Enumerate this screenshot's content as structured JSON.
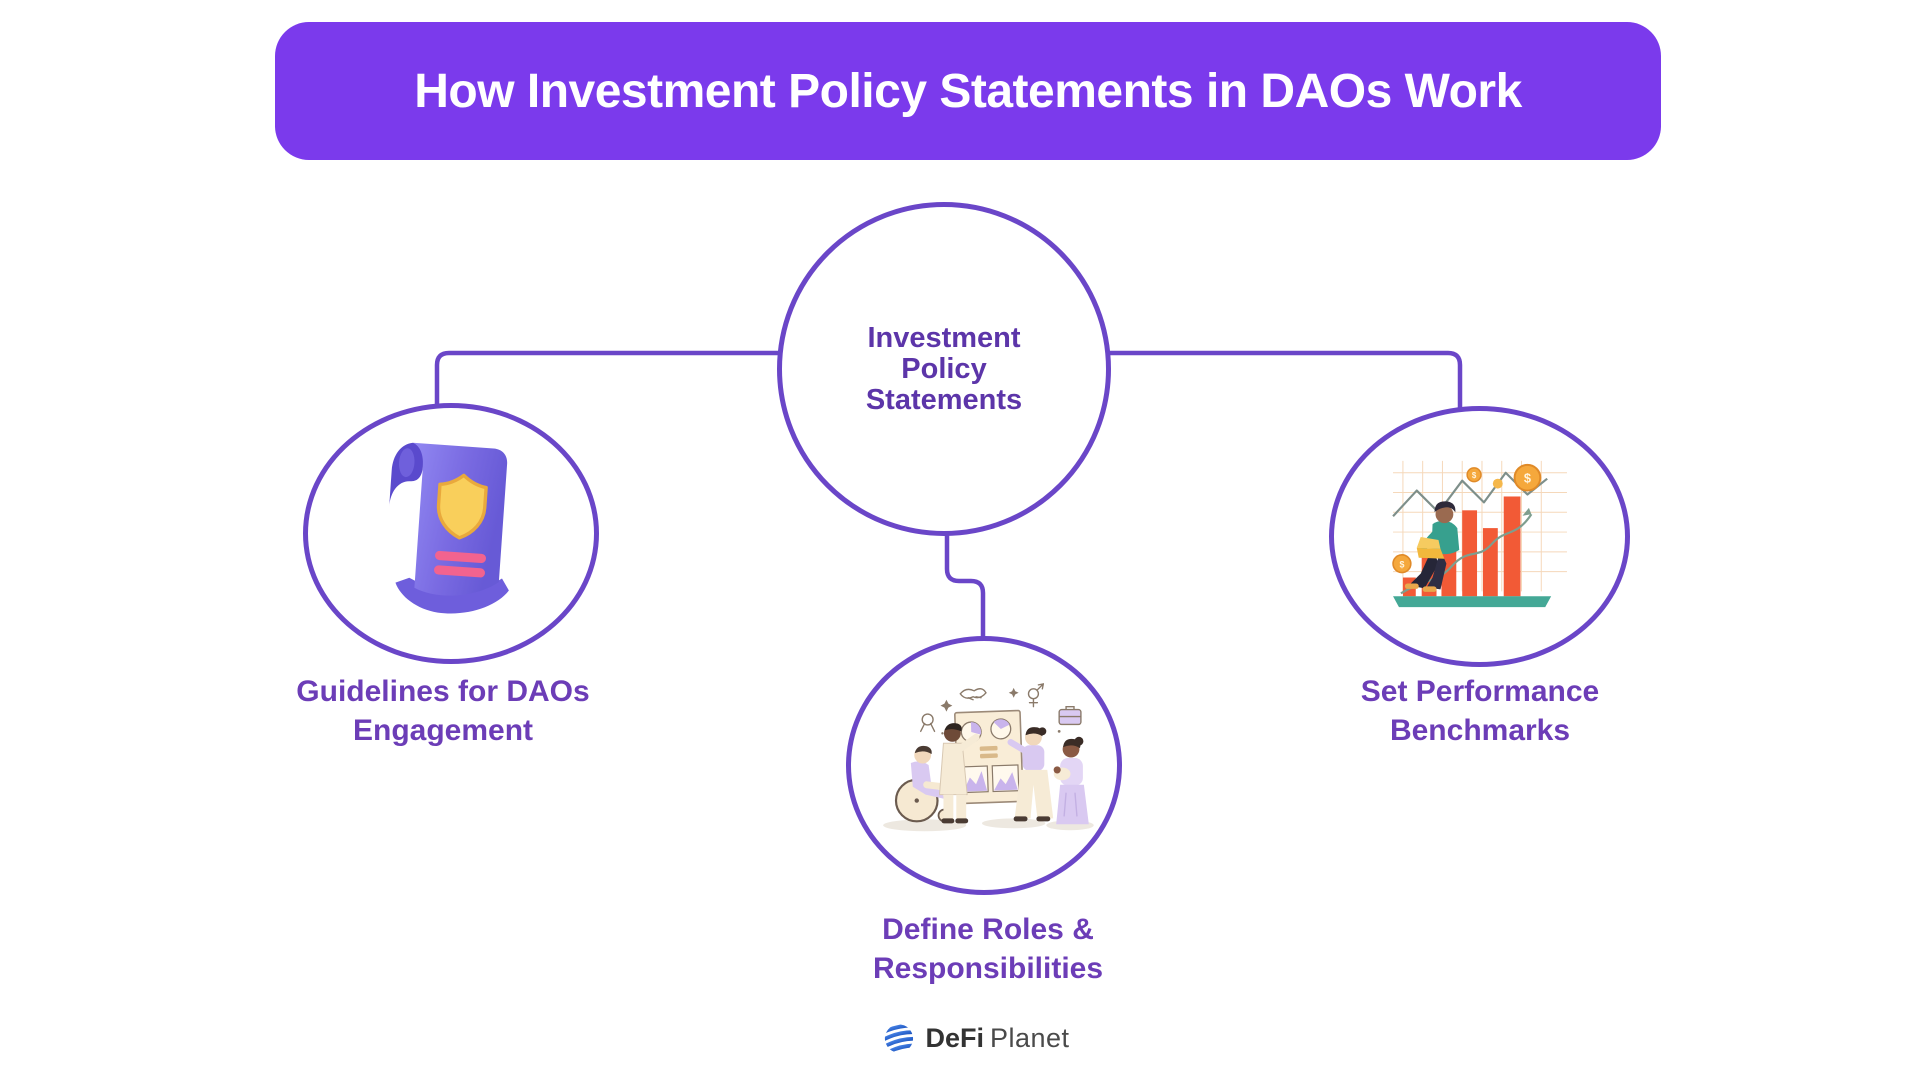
{
  "page": {
    "background": "#FFFFFF"
  },
  "header": {
    "title": "How Investment Policy Statements in DAOs Work",
    "bg_color": "#7B3AEC",
    "text_color": "#FFFFFF"
  },
  "center_node": {
    "lines": [
      "Investment",
      "Policy",
      "Statements"
    ],
    "text_color": "#5C35A9",
    "border_color": "#6A46C8"
  },
  "nodes": [
    {
      "id": "guidelines-for-daos-engagement",
      "label_line1": "Guidelines for DAOs",
      "label_line2": "Engagement",
      "icon": "scroll-shield-illustration"
    },
    {
      "id": "define-roles-responsibilities",
      "label_line1": "Define Roles &",
      "label_line2": "Responsibilities",
      "icon": "team-collaboration-illustration"
    },
    {
      "id": "set-performance-benchmarks",
      "label_line1": "Set Performance",
      "label_line2": "Benchmarks",
      "icon": "growth-bar-chart-illustration"
    }
  ],
  "colors": {
    "connector": "#6A46C8",
    "label_text": "#6C3DB7",
    "scroll_body": "#7A6BE2",
    "shield_yellow": "#F9CF5B",
    "accent_pink": "#F2638F",
    "chart_orange": "#F25A36",
    "chart_teal": "#44A896",
    "coin_orange": "#F5A83C"
  },
  "footer_logo": {
    "brand_bold": "DeFi",
    "brand_regular": "Planet",
    "icon": "defi-planet-globe-icon",
    "icon_color": "#2E6BD6"
  }
}
